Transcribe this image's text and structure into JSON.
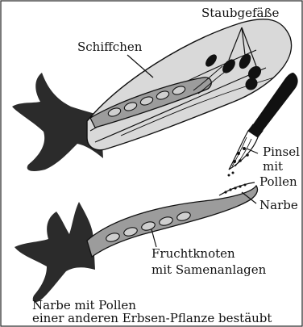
{
  "labels": {
    "staubgefaesse": "Staubgefäße",
    "schiffchen": "Schiffchen",
    "pinsel_line1": "Pinsel",
    "pinsel_line2": "mit",
    "pinsel_line3": "Pollen",
    "narbe": "Narbe",
    "fruchtknoten_line1": "Fruchtknoten",
    "fruchtknoten_line2": "mit Samenanlagen",
    "caption_line1": "Narbe mit Pollen",
    "caption_line2": "einer anderen Erbsen-Pflanze bestäubt"
  },
  "colors": {
    "ink": "#111111",
    "sepal": "#2b2b2b",
    "petal": "#d9d9d9",
    "ovary": "#9c9c9c",
    "seed": "#cfcfcf"
  }
}
